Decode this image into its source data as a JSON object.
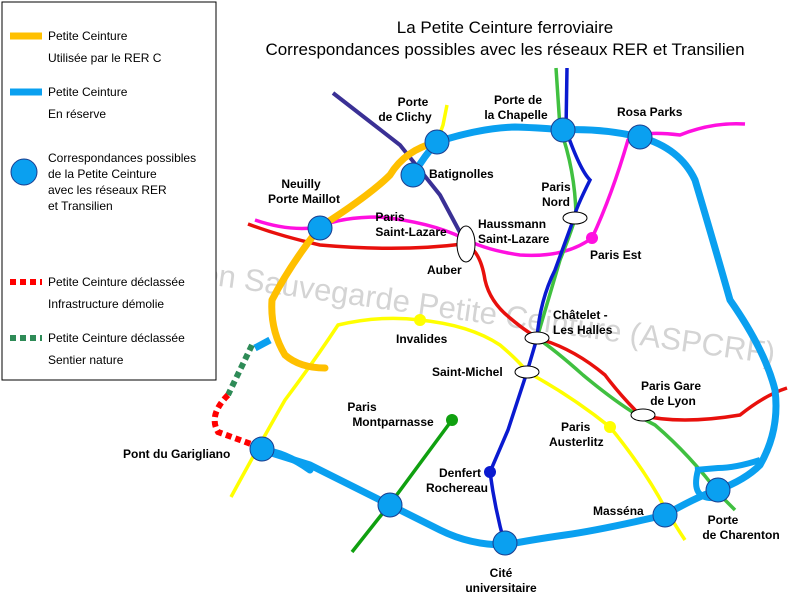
{
  "title": {
    "line1": "La Petite Ceinture ferroviaire",
    "line2": "Correspondances possibles avec les réseaux RER et Transilien"
  },
  "watermark": "© Association Sauvegarde Petite Ceinture (ASPCRF)",
  "legend": {
    "rer_c": {
      "title": "Petite Ceinture",
      "desc": "Utilisée par le RER C",
      "color": "#ffc000"
    },
    "reserve": {
      "title": "Petite Ceinture",
      "desc": "En réserve",
      "color": "#0aa0f0"
    },
    "corresp": {
      "line1": "Correspondances possibles",
      "line2": "de la Petite Ceinture",
      "line3": "avec les réseaux RER",
      "line4": "et Transilien"
    },
    "demolie": {
      "title": "Petite Ceinture déclassée",
      "desc": "Infrastructure démolie",
      "color": "#ff0000"
    },
    "sentier": {
      "title": "Petite Ceinture déclassée",
      "desc": "Sentier nature",
      "color": "#2e8b57"
    }
  },
  "lines": {
    "blue_pc": "#0aa0f0",
    "yellow_rer_c": "#ffc000",
    "rer_a": "#e8100c",
    "rer_b": "#0a1ad0",
    "rer_d": "#40c040",
    "rer_e": "#ff10e0",
    "rer_c_branch": "#ffff00",
    "line_13": "#3a3095",
    "transilien_n": "#10a010"
  },
  "stations": {
    "porte_clichy": [
      "Porte",
      "de Clichy"
    ],
    "porte_chapelle": [
      "Porte de",
      "la Chapelle"
    ],
    "rosa_parks": [
      "Rosa Parks"
    ],
    "batignolles": [
      "Batignolles"
    ],
    "neuilly": [
      "Neuilly",
      "Porte Maillot"
    ],
    "paris_nord": [
      "Paris",
      "Nord"
    ],
    "haussmann": [
      "Haussmann",
      "Saint-Lazare"
    ],
    "paris_saint_lazare": [
      "Paris",
      "Saint-Lazare"
    ],
    "paris_est": [
      "Paris Est"
    ],
    "auber": [
      "Auber"
    ],
    "chatelet": [
      "Châtelet -",
      "Les Halles"
    ],
    "invalides": [
      "Invalides"
    ],
    "saint_michel": [
      "Saint-Michel"
    ],
    "paris_gare_lyon": [
      "Paris Gare",
      "de Lyon"
    ],
    "paris_montparnasse": [
      "Paris",
      "Montparnasse"
    ],
    "paris_austerlitz": [
      "Paris",
      "Austerlitz"
    ],
    "pont_garigliano": [
      "Pont du Garigliano"
    ],
    "denfert": [
      "Denfert",
      "Rochereau"
    ],
    "massena": [
      "Masséna"
    ],
    "porte_charenton": [
      "Porte",
      "de Charenton"
    ],
    "cite_universitaire": [
      "Cité",
      "universitaire"
    ]
  }
}
